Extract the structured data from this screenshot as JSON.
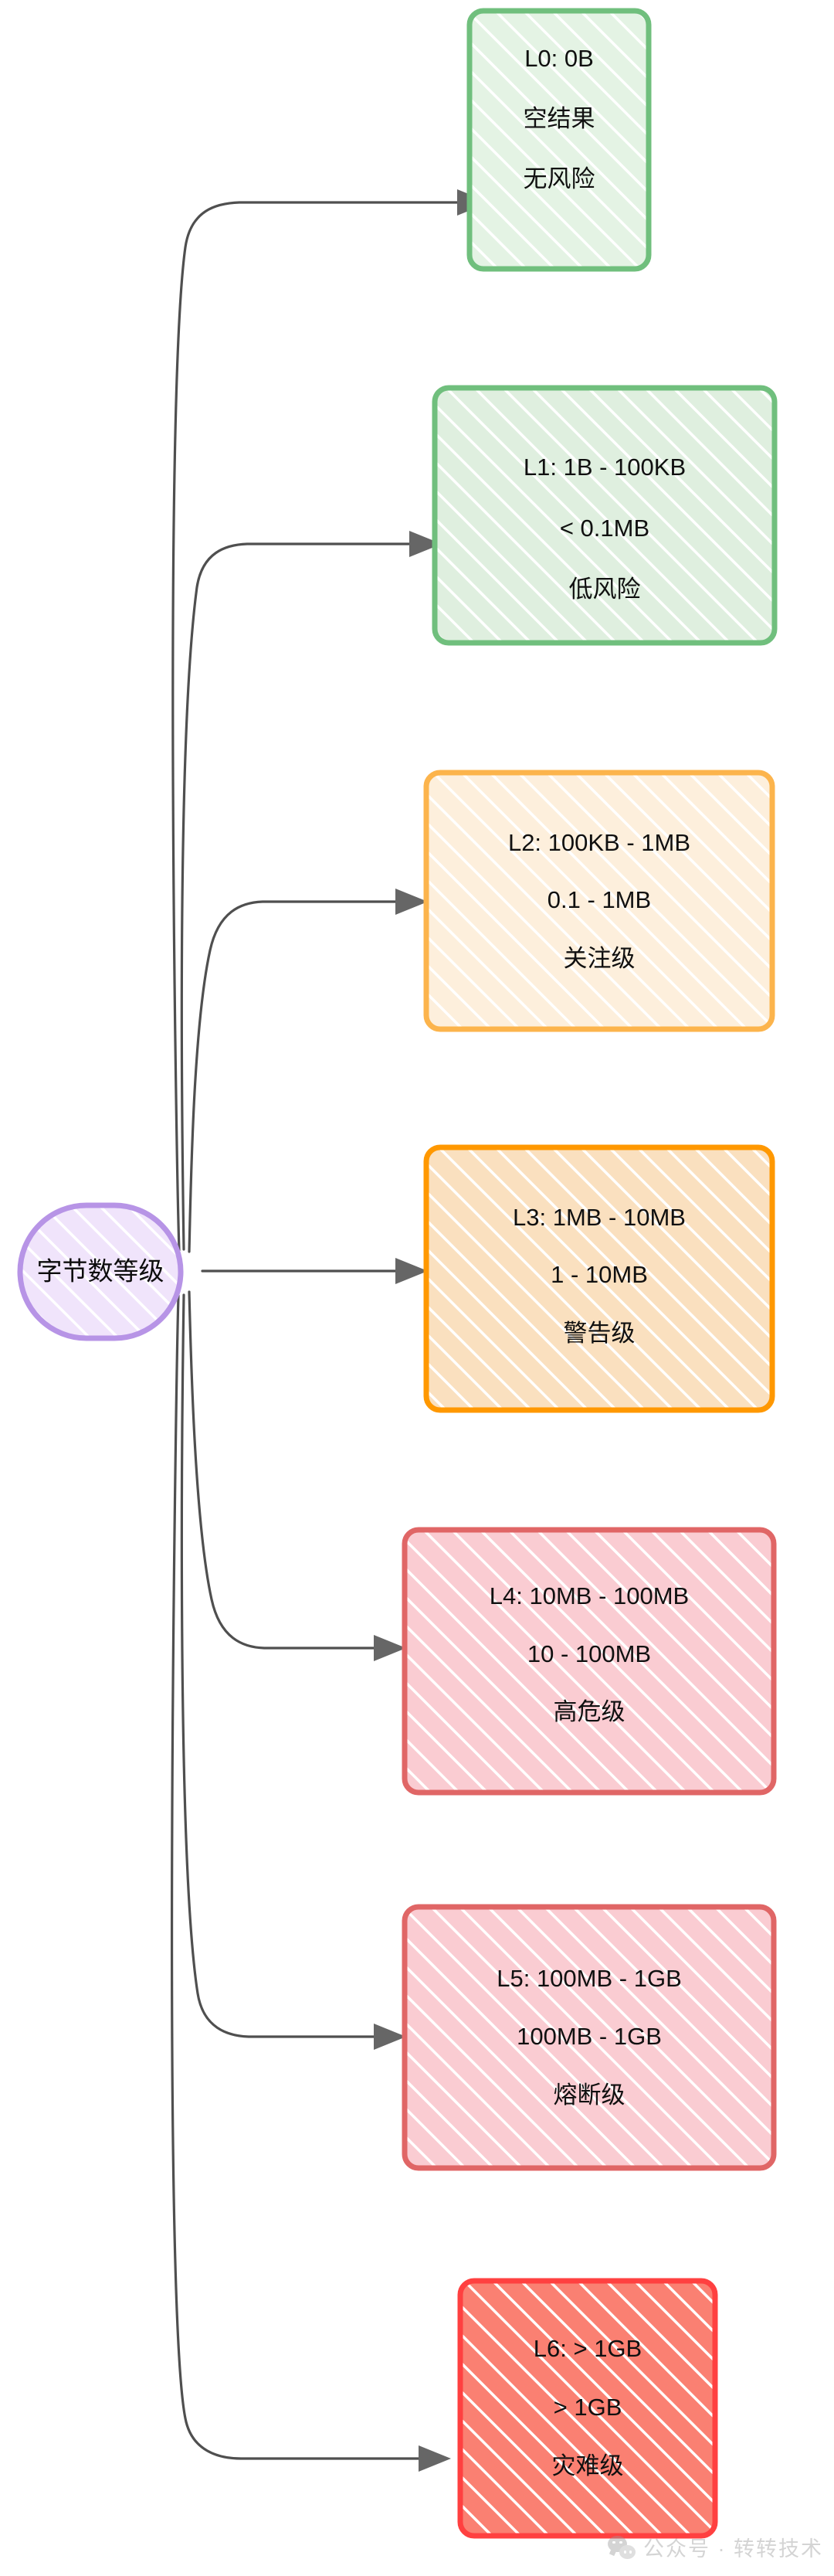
{
  "diagram": {
    "title": "字节数等级",
    "type": "flowchart",
    "direction": "left-to-right",
    "root": {
      "id": "root",
      "label": "字节数等级",
      "shape": "stadium",
      "fill": "#F0E4FB",
      "stroke": "#B794E6"
    },
    "nodes": [
      {
        "id": "L0",
        "line1": "L0: 0B",
        "line2": "空结果",
        "line3": "无风险",
        "fill": "#E4F3E4",
        "stroke": "#70BF7D",
        "severity": "none"
      },
      {
        "id": "L1",
        "line1": "L1: 1B - 100KB",
        "line2": "< 0.1MB",
        "line3": "低风险",
        "fill": "#DFEFDF",
        "stroke": "#70BF7D",
        "severity": "low"
      },
      {
        "id": "L2",
        "line1": "L2: 100KB - 1MB",
        "line2": "0.1 - 1MB",
        "line3": "关注级",
        "fill": "#FDEFDC",
        "stroke": "#FCB44C",
        "severity": "attention"
      },
      {
        "id": "L3",
        "line1": "L3: 1MB - 10MB",
        "line2": "1 - 10MB",
        "line3": "警告级",
        "fill": "#FAE0BF",
        "stroke": "#FF9800",
        "severity": "warning"
      },
      {
        "id": "L4",
        "line1": "L4: 10MB - 100MB",
        "line2": "10 - 100MB",
        "line3": "高危级",
        "fill": "#FACCD2",
        "stroke": "#E06666",
        "severity": "high"
      },
      {
        "id": "L5",
        "line1": "L5: 100MB - 1GB",
        "line2": "100MB - 1GB",
        "line3": "熔断级",
        "fill": "#FACCD2",
        "stroke": "#E06666",
        "severity": "circuit-break"
      },
      {
        "id": "L6",
        "line1": "L6: > 1GB",
        "line2": "> 1GB",
        "line3": "灾难级",
        "fill": "#FA8072",
        "stroke": "#FF4040",
        "severity": "disaster"
      }
    ],
    "edges": [
      {
        "from": "root",
        "to": "L0"
      },
      {
        "from": "root",
        "to": "L1"
      },
      {
        "from": "root",
        "to": "L2"
      },
      {
        "from": "root",
        "to": "L3"
      },
      {
        "from": "root",
        "to": "L4"
      },
      {
        "from": "root",
        "to": "L5"
      },
      {
        "from": "root",
        "to": "L6"
      }
    ],
    "edge_color": "#4f4f4f",
    "arrow_color": "#666666"
  },
  "watermark": {
    "text": "公众号 · 转转技术",
    "icon": "wechat-icon"
  }
}
